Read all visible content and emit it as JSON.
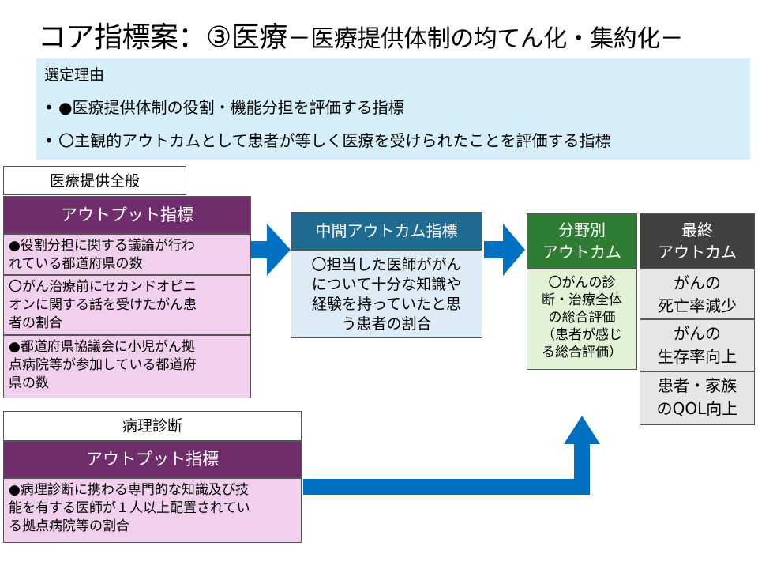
{
  "title": {
    "main": "コア指標案：③医療",
    "sub": "－医療提供体制の均てん化・集約化－"
  },
  "reason": {
    "heading": "選定理由",
    "bullets": [
      "•  ●医療提供体制の役割・機能分担を評価する指標",
      "•  〇主観的アウトカムとして患者が等しく医療を受けられたことを評価する指標"
    ]
  },
  "section1": {
    "label": "医療提供全般",
    "header": "アウトプット指標",
    "items": [
      [
        "●役割分担に関する議論が行わ",
        "れている都道府県の数"
      ],
      [
        "〇がん治療前にセカンドオピニ",
        "オンに関する話を受けたがん患",
        "者の割合"
      ],
      [
        "●都道府県協議会に小児がん拠",
        "点病院等が参加している都道府",
        "県の数"
      ]
    ]
  },
  "section2": {
    "label": "病理診断",
    "header": "アウトプット指標",
    "item": [
      "●病理診断に携わる専門的な知識及び技",
      "能を有する医師が１人以上配置されてい",
      "る拠点病院等の割合"
    ]
  },
  "intermediate": {
    "header": "中間アウトカム指標",
    "body": [
      "〇担当した医師ががん",
      "について十分な知識や",
      "経験を持っていたと思",
      "う患者の割合"
    ]
  },
  "field_outcome": {
    "header": [
      "分野別",
      "アウトカム"
    ],
    "body": [
      "〇がんの診",
      "断・治療全体",
      "の総合評価",
      "（患者が感じ",
      "る総合評価）"
    ]
  },
  "final_outcome": {
    "header": [
      "最終",
      "アウトカム"
    ],
    "items": [
      [
        "がんの",
        "死亡率減少"
      ],
      [
        "がんの",
        "生存率向上"
      ],
      [
        "患者・家族",
        "のQOL向上"
      ]
    ]
  },
  "colors": {
    "purple": "#702d6b",
    "blue": "#1f6b92",
    "green": "#2e7d32",
    "gray": "#404040",
    "arrow": "#0070c0"
  }
}
